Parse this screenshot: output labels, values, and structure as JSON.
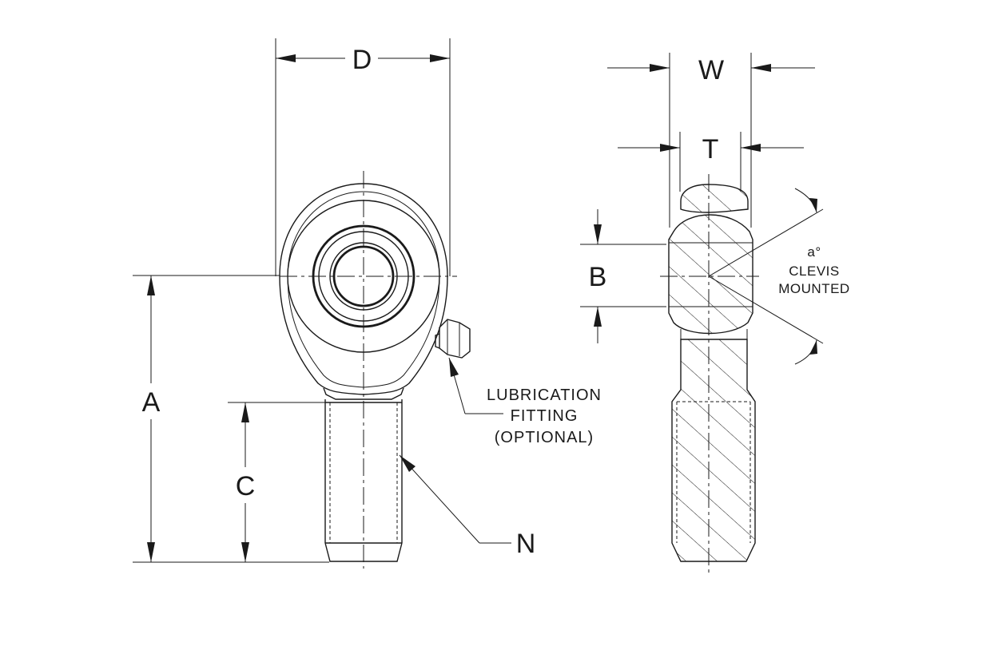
{
  "dimensions": {
    "d": "D",
    "w": "W",
    "t": "T",
    "b": "B",
    "a": "A",
    "c": "C",
    "n": "N"
  },
  "notes": {
    "lubrication_line1": "LUBRICATION",
    "lubrication_line2": "FITTING",
    "lubrication_line3": "(OPTIONAL)",
    "angle": "a°",
    "clevis_line1": "CLEVIS",
    "clevis_line2": "MOUNTED"
  }
}
